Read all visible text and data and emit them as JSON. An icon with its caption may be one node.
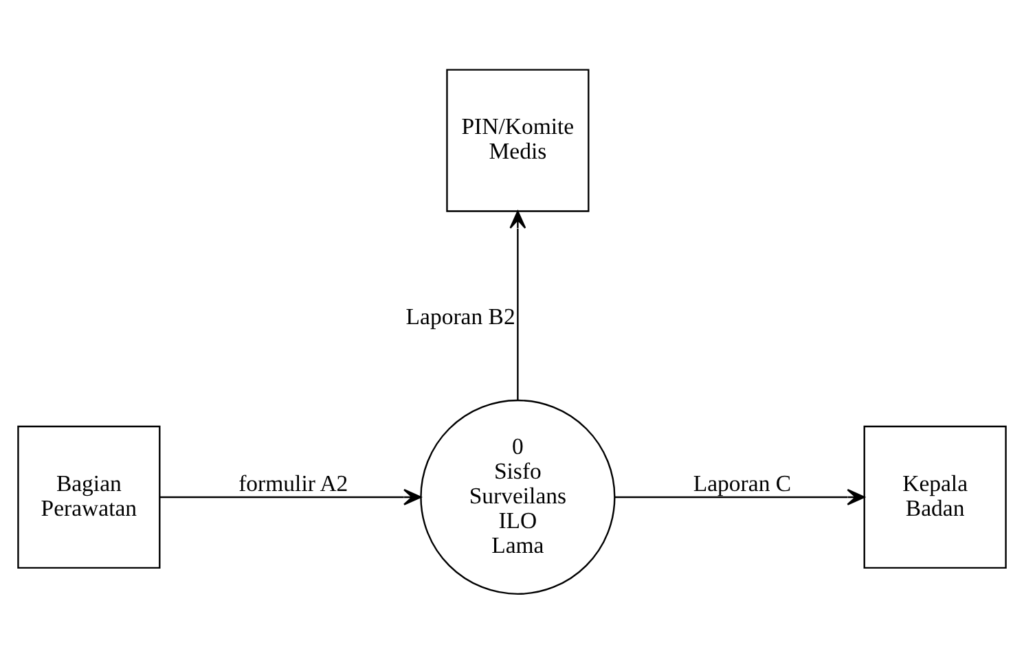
{
  "diagram": {
    "nodes": [
      {
        "text": [
          "PIN/Komite Medis"
        ]
      },
      {
        "text": [
          "Bagian Perawatan"
        ]
      },
      {
        "text": [
          "0",
          "Sisfo Surveilans ILO Lama"
        ]
      },
      {
        "text": [
          "Kepala Badan"
        ]
      }
    ],
    "edges": [
      {
        "from": 2,
        "to": 0,
        "arrow": "to",
        "label": "Laporan B2"
      },
      {
        "from": 1,
        "to": 2,
        "arrow": "to",
        "label": "formulir A2"
      },
      {
        "from": 2,
        "to": 3,
        "arrow": "to",
        "label": "Laporan C"
      }
    ]
  }
}
